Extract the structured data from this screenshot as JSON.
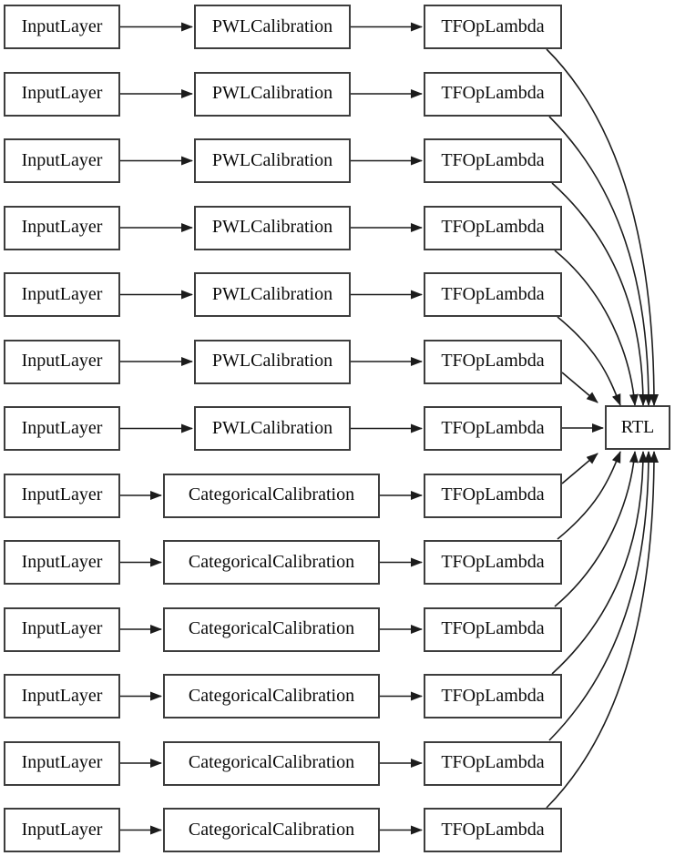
{
  "diagram": {
    "title": "model-graph",
    "rtl_label": "RTL",
    "rows": [
      {
        "input": "InputLayer",
        "calibration": "PWLCalibration",
        "lambda": "TFOpLambda"
      },
      {
        "input": "InputLayer",
        "calibration": "PWLCalibration",
        "lambda": "TFOpLambda"
      },
      {
        "input": "InputLayer",
        "calibration": "PWLCalibration",
        "lambda": "TFOpLambda"
      },
      {
        "input": "InputLayer",
        "calibration": "PWLCalibration",
        "lambda": "TFOpLambda"
      },
      {
        "input": "InputLayer",
        "calibration": "PWLCalibration",
        "lambda": "TFOpLambda"
      },
      {
        "input": "InputLayer",
        "calibration": "PWLCalibration",
        "lambda": "TFOpLambda"
      },
      {
        "input": "InputLayer",
        "calibration": "PWLCalibration",
        "lambda": "TFOpLambda"
      },
      {
        "input": "InputLayer",
        "calibration": "CategoricalCalibration",
        "lambda": "TFOpLambda"
      },
      {
        "input": "InputLayer",
        "calibration": "CategoricalCalibration",
        "lambda": "TFOpLambda"
      },
      {
        "input": "InputLayer",
        "calibration": "CategoricalCalibration",
        "lambda": "TFOpLambda"
      },
      {
        "input": "InputLayer",
        "calibration": "CategoricalCalibration",
        "lambda": "TFOpLambda"
      },
      {
        "input": "InputLayer",
        "calibration": "CategoricalCalibration",
        "lambda": "TFOpLambda"
      },
      {
        "input": "InputLayer",
        "calibration": "CategoricalCalibration",
        "lambda": "TFOpLambda"
      }
    ]
  },
  "colors": {
    "background": "#ffffff",
    "node_fill": "#ffffff",
    "node_border": "#3d3d3d",
    "edge": "#1c1c1c",
    "text": "#0a0a0a"
  }
}
